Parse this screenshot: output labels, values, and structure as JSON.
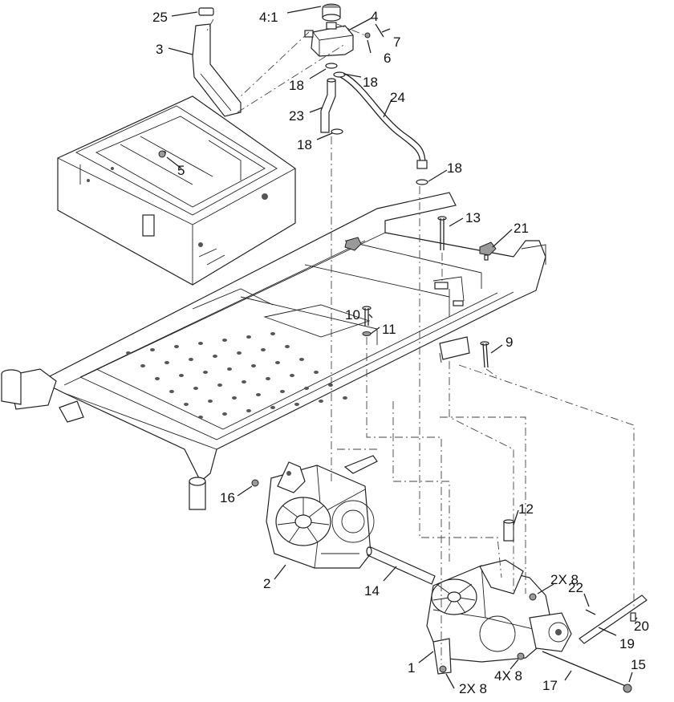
{
  "callouts": [
    {
      "id": "c25",
      "text": "25"
    },
    {
      "id": "c4to1",
      "text": "4:1"
    },
    {
      "id": "c4",
      "text": "4"
    },
    {
      "id": "c7",
      "text": "7"
    },
    {
      "id": "c6",
      "text": "6"
    },
    {
      "id": "c3",
      "text": "3"
    },
    {
      "id": "c18a",
      "text": "18"
    },
    {
      "id": "c18b",
      "text": "18"
    },
    {
      "id": "c23",
      "text": "23"
    },
    {
      "id": "c24",
      "text": "24"
    },
    {
      "id": "c18c",
      "text": "18"
    },
    {
      "id": "c5",
      "text": "5"
    },
    {
      "id": "c18d",
      "text": "18"
    },
    {
      "id": "c13",
      "text": "13"
    },
    {
      "id": "c21",
      "text": "21"
    },
    {
      "id": "c10",
      "text": "10"
    },
    {
      "id": "c11",
      "text": "11"
    },
    {
      "id": "c9",
      "text": "9"
    },
    {
      "id": "c16",
      "text": "16"
    },
    {
      "id": "c12",
      "text": "12"
    },
    {
      "id": "c2",
      "text": "2"
    },
    {
      "id": "c14",
      "text": "14"
    },
    {
      "id": "c2x8a",
      "text": "2X 8"
    },
    {
      "id": "c22",
      "text": "22"
    },
    {
      "id": "c20",
      "text": "20"
    },
    {
      "id": "c19",
      "text": "19"
    },
    {
      "id": "c1",
      "text": "1"
    },
    {
      "id": "c4x8",
      "text": "4X 8"
    },
    {
      "id": "c15",
      "text": "15"
    },
    {
      "id": "c17",
      "text": "17"
    },
    {
      "id": "c2x8b",
      "text": "2X 8"
    }
  ]
}
